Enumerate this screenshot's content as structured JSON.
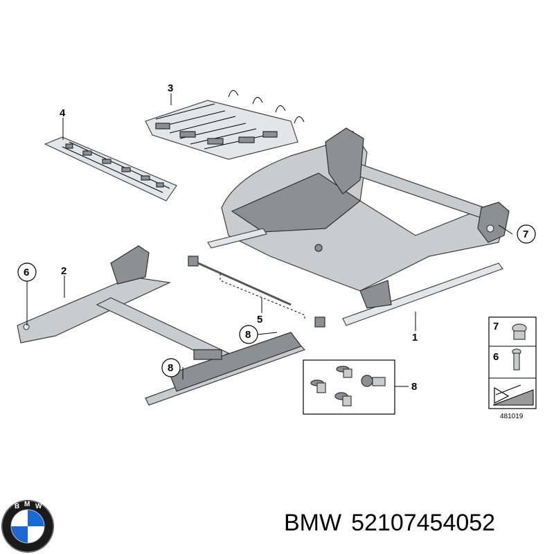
{
  "callouts": {
    "c1": "1",
    "c2": "2",
    "c3": "3",
    "c4": "4",
    "c5": "5",
    "c6": "6",
    "c7": "7",
    "c8a": "8",
    "c8b": "8",
    "c8c": "8"
  },
  "legend": {
    "row1": "7",
    "row2": "6",
    "ref_number": "481019"
  },
  "footer": {
    "brand": "BMW",
    "part_number": "52107454052"
  },
  "logo": {
    "letters": "BMW",
    "colors": {
      "blue": "#1c69d4",
      "ring": "#1a1a1a",
      "white": "#ffffff"
    }
  }
}
